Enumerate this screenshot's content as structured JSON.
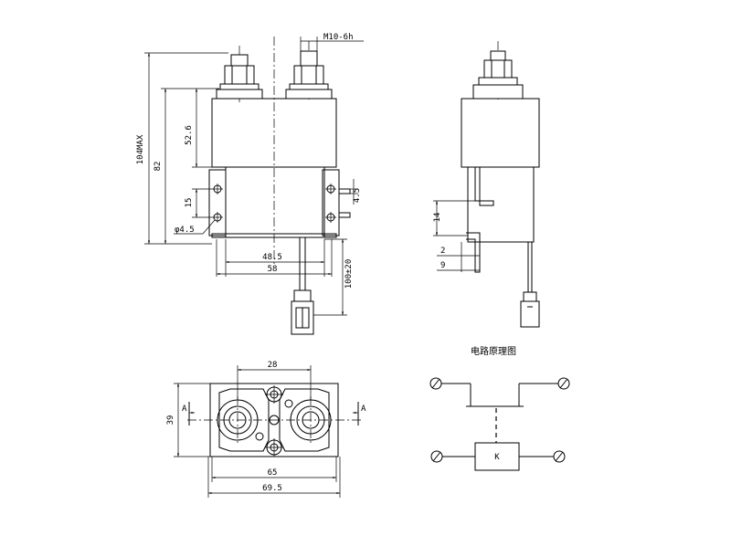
{
  "front_view": {
    "thread_label": "M10-6h",
    "dim_overall_height": "104MAX",
    "dim_mid_height": "82",
    "dim_upper_height": "52.6",
    "dim_hole_pitch": "15",
    "dim_hole_diameter": "φ4.5",
    "dim_tab": "4.5",
    "dim_body_width": "48.5",
    "dim_bracket_width": "58",
    "dim_wire_length": "100±20"
  },
  "side_view": {
    "dim_bracket_height": "14",
    "dim_offset": "2",
    "dim_depth": "9"
  },
  "bottom_view": {
    "dim_terminal_spacing": "28",
    "dim_height": "39",
    "dim_hole_pitch": "65",
    "dim_overall_width": "69.5",
    "section_left": "A",
    "section_right": "A"
  },
  "circuit": {
    "title": "电路原理图",
    "coil_label": "K"
  }
}
